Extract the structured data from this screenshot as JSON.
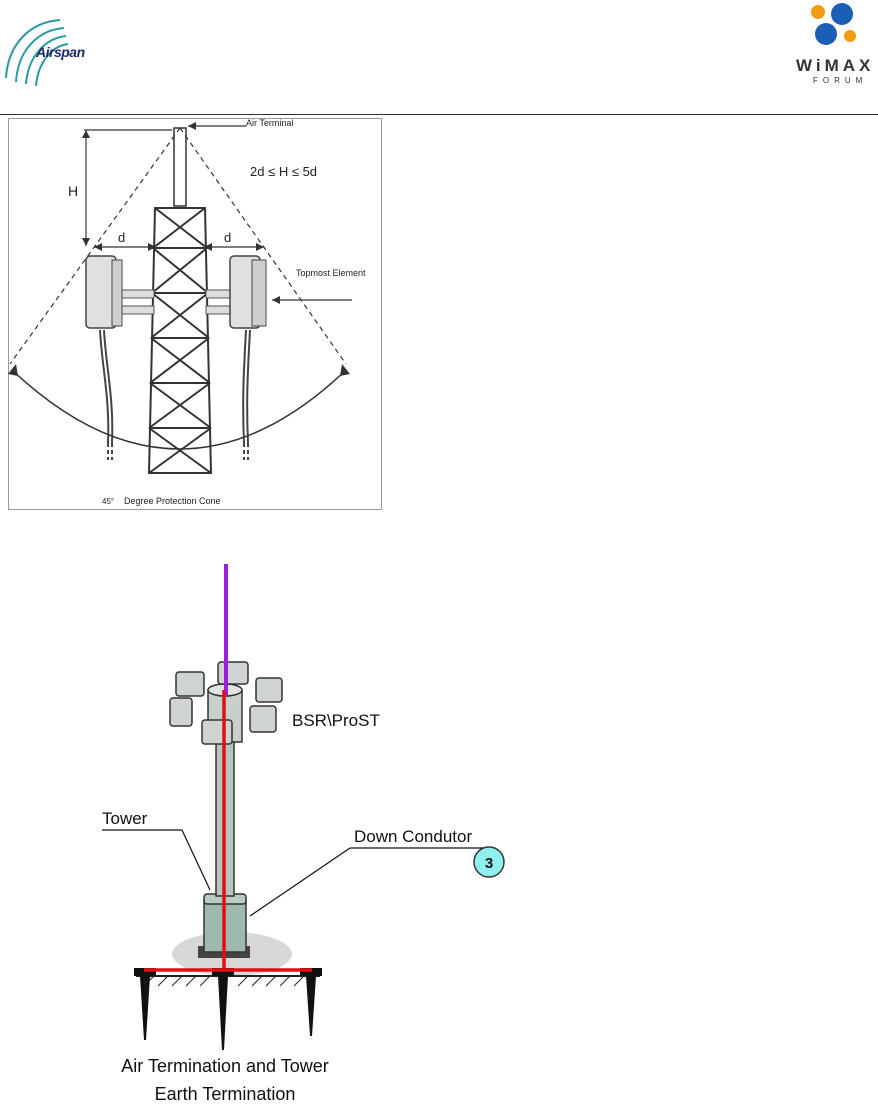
{
  "header": {
    "left_logo_text": "Airspan",
    "right_logo_word": "WiMAX",
    "right_logo_sub": "FORUM"
  },
  "figure1": {
    "air_terminal_label": "Air Terminal",
    "formula": "2d ≤ H ≤ 5d",
    "h_label": "H",
    "d_left": "d",
    "d_right": "d",
    "topmost_label": "Topmost Element",
    "cone_label": "Degree Protection Cone",
    "cone_prefix": "45°"
  },
  "figure2": {
    "bsr_label": "BSR\\ProST",
    "tower_label": "Tower",
    "down_conductor_label": "Down Condutor",
    "badge_number": "3",
    "caption_line1": "Air Termination and Tower",
    "caption_line2": "Earth Termination"
  },
  "colors": {
    "purple_rod": "#9b1fe0",
    "red_conductor": "#e01010",
    "badge_fill": "#8ff0f0",
    "logo_blue": "#1a5fb4",
    "logo_orange": "#f39c12"
  }
}
